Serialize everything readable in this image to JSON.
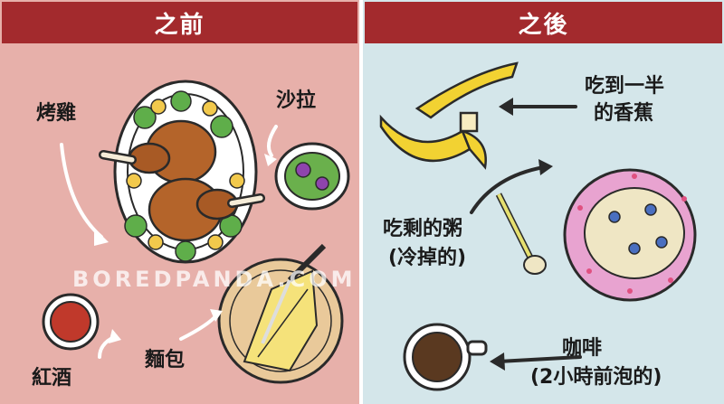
{
  "before": {
    "title": "之前",
    "labels": {
      "chicken": "烤雞",
      "salad": "沙拉",
      "wine": "紅酒",
      "bread": "麵包"
    }
  },
  "after": {
    "title": "之後",
    "labels": {
      "banana_line1": "吃到一半",
      "banana_line2": "的香蕉",
      "porridge_line1": "吃剩的粥",
      "porridge_line2": "(冷掉的)",
      "coffee_line1": "咖啡",
      "coffee_line2": "(2小時前泡的)"
    }
  },
  "watermark": "BOREDPANDA.COM",
  "colors": {
    "header": "#a32a2d",
    "left_bg": "#e7b0aa",
    "right_bg": "#d4e6ea"
  }
}
